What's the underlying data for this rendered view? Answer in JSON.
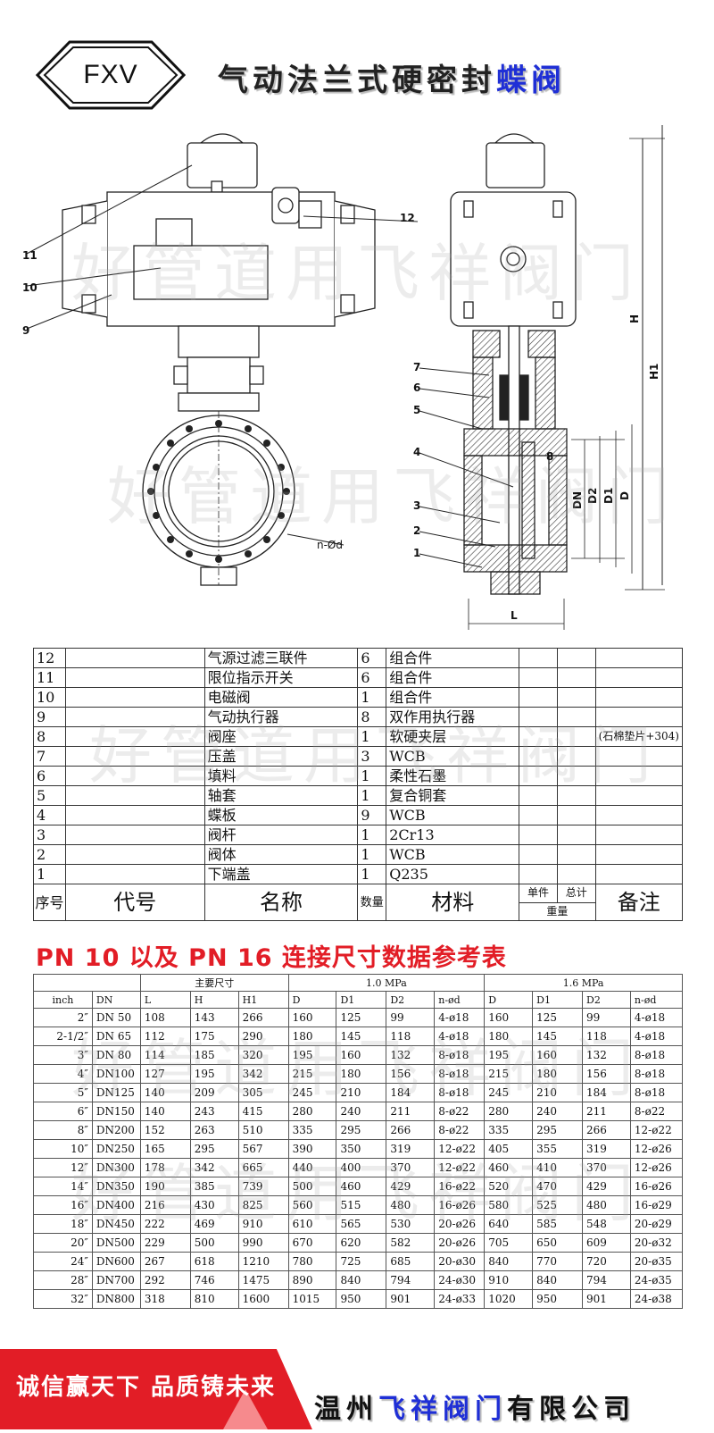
{
  "header": {
    "logo_text": "FXV",
    "title_main": "气动法兰式硬密封",
    "title_highlight": "蝶阀"
  },
  "drawing": {
    "watermark": "好管道用飞祥阀门",
    "callouts_left": [
      "11",
      "10",
      "9"
    ],
    "callouts_right": [
      "12"
    ],
    "callouts_section": [
      "7",
      "6",
      "5",
      "4",
      "3",
      "2",
      "1",
      "8"
    ],
    "flange_label": "n-Ød",
    "dim_labels": [
      "H",
      "H1",
      "DN",
      "D2",
      "D1",
      "D",
      "L"
    ]
  },
  "parts": {
    "rows": [
      {
        "no": "12",
        "name": "气源过滤三联件",
        "qty": "6",
        "material": "组合件",
        "note": ""
      },
      {
        "no": "11",
        "name": "限位指示开关",
        "qty": "6",
        "material": "组合件",
        "note": ""
      },
      {
        "no": "10",
        "name": "电磁阀",
        "qty": "1",
        "material": "组合件",
        "note": ""
      },
      {
        "no": "9",
        "name": "气动执行器",
        "qty": "8",
        "material": "双作用执行器",
        "note": ""
      },
      {
        "no": "8",
        "name": "阀座",
        "qty": "1",
        "material": "软硬夹层",
        "note": "(石棉垫片+304)"
      },
      {
        "no": "7",
        "name": "压盖",
        "qty": "3",
        "material": "WCB",
        "note": ""
      },
      {
        "no": "6",
        "name": "填料",
        "qty": "1",
        "material": "柔性石墨",
        "note": ""
      },
      {
        "no": "5",
        "name": "轴套",
        "qty": "1",
        "material": "复合铜套",
        "note": ""
      },
      {
        "no": "4",
        "name": "蝶板",
        "qty": "9",
        "material": "WCB",
        "note": ""
      },
      {
        "no": "3",
        "name": "阀杆",
        "qty": "1",
        "material": "2Cr13",
        "note": ""
      },
      {
        "no": "2",
        "name": "阀体",
        "qty": "1",
        "material": "WCB",
        "note": ""
      },
      {
        "no": "1",
        "name": "下端盖",
        "qty": "1",
        "material": "Q235",
        "note": ""
      }
    ],
    "header": {
      "seq": "序号",
      "code": "代号",
      "name": "名称",
      "qty": "数量",
      "material": "材料",
      "unit": "单件",
      "total": "总计",
      "weight": "重量",
      "note": "备注"
    }
  },
  "subtitle": "PN 10 以及 PN 16 连接尺寸数据参考表",
  "dims": {
    "group_main": "主要尺寸",
    "group_10": "1.0 MPa",
    "group_16": "1.6 MPa",
    "columns": [
      "inch",
      "DN",
      "L",
      "H",
      "H1",
      "D",
      "D1",
      "D2",
      "n-ød",
      "D",
      "D1",
      "D2",
      "n-ød"
    ],
    "rows": [
      [
        "2″",
        "DN 50",
        "108",
        "143",
        "266",
        "160",
        "125",
        "99",
        "4-ø18",
        "160",
        "125",
        "99",
        "4-ø18"
      ],
      [
        "2-1/2″",
        "DN 65",
        "112",
        "175",
        "290",
        "180",
        "145",
        "118",
        "4-ø18",
        "180",
        "145",
        "118",
        "4-ø18"
      ],
      [
        "3″",
        "DN 80",
        "114",
        "185",
        "320",
        "195",
        "160",
        "132",
        "8-ø18",
        "195",
        "160",
        "132",
        "8-ø18"
      ],
      [
        "4″",
        "DN100",
        "127",
        "195",
        "342",
        "215",
        "180",
        "156",
        "8-ø18",
        "215",
        "180",
        "156",
        "8-ø18"
      ],
      [
        "5″",
        "DN125",
        "140",
        "209",
        "305",
        "245",
        "210",
        "184",
        "8-ø18",
        "245",
        "210",
        "184",
        "8-ø18"
      ],
      [
        "6″",
        "DN150",
        "140",
        "243",
        "415",
        "280",
        "240",
        "211",
        "8-ø22",
        "280",
        "240",
        "211",
        "8-ø22"
      ],
      [
        "8″",
        "DN200",
        "152",
        "263",
        "510",
        "335",
        "295",
        "266",
        "8-ø22",
        "335",
        "295",
        "266",
        "12-ø22"
      ],
      [
        "10″",
        "DN250",
        "165",
        "295",
        "567",
        "390",
        "350",
        "319",
        "12-ø22",
        "405",
        "355",
        "319",
        "12-ø26"
      ],
      [
        "12″",
        "DN300",
        "178",
        "342",
        "665",
        "440",
        "400",
        "370",
        "12-ø22",
        "460",
        "410",
        "370",
        "12-ø26"
      ],
      [
        "14″",
        "DN350",
        "190",
        "385",
        "739",
        "500",
        "460",
        "429",
        "16-ø22",
        "520",
        "470",
        "429",
        "16-ø26"
      ],
      [
        "16″",
        "DN400",
        "216",
        "430",
        "825",
        "560",
        "515",
        "480",
        "16-ø26",
        "580",
        "525",
        "480",
        "16-ø29"
      ],
      [
        "18″",
        "DN450",
        "222",
        "469",
        "910",
        "610",
        "565",
        "530",
        "20-ø26",
        "640",
        "585",
        "548",
        "20-ø29"
      ],
      [
        "20″",
        "DN500",
        "229",
        "500",
        "990",
        "670",
        "620",
        "582",
        "20-ø26",
        "705",
        "650",
        "609",
        "20-ø32"
      ],
      [
        "24″",
        "DN600",
        "267",
        "618",
        "1210",
        "780",
        "725",
        "685",
        "20-ø30",
        "840",
        "770",
        "720",
        "20-ø35"
      ],
      [
        "28″",
        "DN700",
        "292",
        "746",
        "1475",
        "890",
        "840",
        "794",
        "24-ø30",
        "910",
        "840",
        "794",
        "24-ø35"
      ],
      [
        "32″",
        "DN800",
        "318",
        "810",
        "1600",
        "1015",
        "950",
        "901",
        "24-ø33",
        "1020",
        "950",
        "901",
        "24-ø38"
      ]
    ]
  },
  "footer": {
    "slogan": "诚信赢天下 品质铸未来",
    "company_a": "温州",
    "company_highlight": "飞祥阀门",
    "company_b": "有限公司"
  },
  "colors": {
    "accent_red": "#e21d26",
    "accent_blue": "#1f2fd6"
  }
}
